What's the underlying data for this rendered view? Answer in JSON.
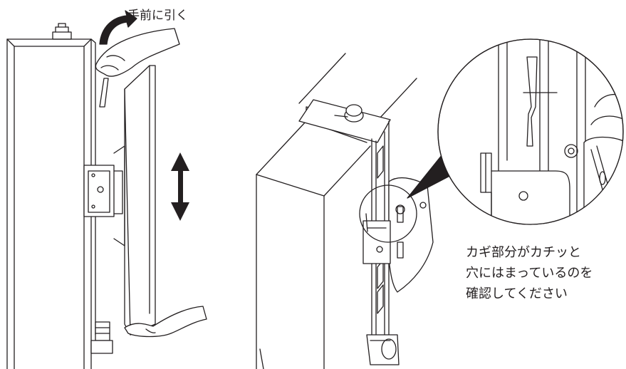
{
  "left_figure": {
    "pull_instruction": "手前に引く"
  },
  "right_figure": {
    "check_note_lines": [
      "カギ部分がカチッと",
      "穴にはまっているのを",
      "確認してください"
    ]
  },
  "colors": {
    "line": "#231f20",
    "background": "#ffffff",
    "panel_fill": "#f2f2f2"
  }
}
